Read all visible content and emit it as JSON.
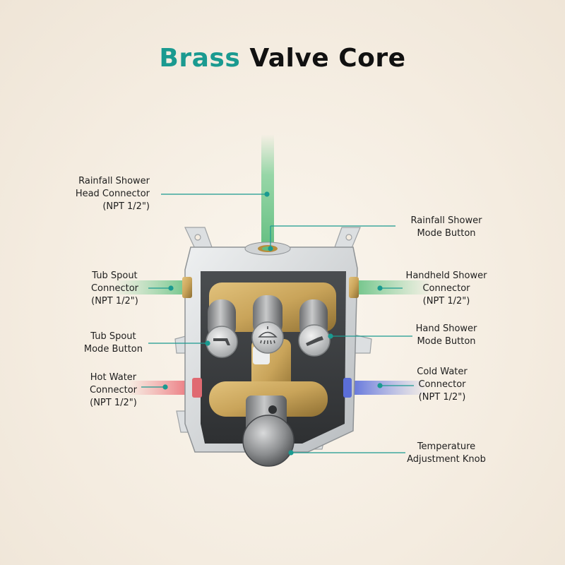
{
  "title": {
    "accent": "Brass",
    "rest": "Valve Core",
    "accent_color": "#1a9a90"
  },
  "callouts": {
    "rainfall_connector": [
      "Rainfall Shower",
      "Head Connector",
      "(NPT 1/2\")"
    ],
    "rainfall_button": [
      "Rainfall Shower",
      "Mode Button"
    ],
    "tub_connector": [
      "Tub Spout",
      "Connector",
      "(NPT 1/2\")"
    ],
    "handheld_connector": [
      "Handheld Shower",
      "Connector",
      "(NPT 1/2\")"
    ],
    "tub_button": [
      "Tub Spout",
      "Mode Button"
    ],
    "hand_button": [
      "Hand Shower",
      "Mode Button"
    ],
    "hot_connector": [
      "Hot Water",
      "Connector",
      "(NPT 1/2\")"
    ],
    "cold_connector": [
      "Cold Water",
      "Connector",
      "(NPT 1/2\")"
    ],
    "temp_knob": [
      "Temperature",
      "Adjustment Knob"
    ]
  },
  "icons": {
    "tub_button": "tub-spout-icon",
    "rainfall_button": "shower-head-icon",
    "hand_button": "hand-shower-icon"
  },
  "colors": {
    "pipe_green": "#7fcf97",
    "pipe_hot": "#ee7f86",
    "pipe_cold": "#7f8fe6",
    "leader_line": "#1a9a90",
    "brass": "#c9a45a"
  }
}
